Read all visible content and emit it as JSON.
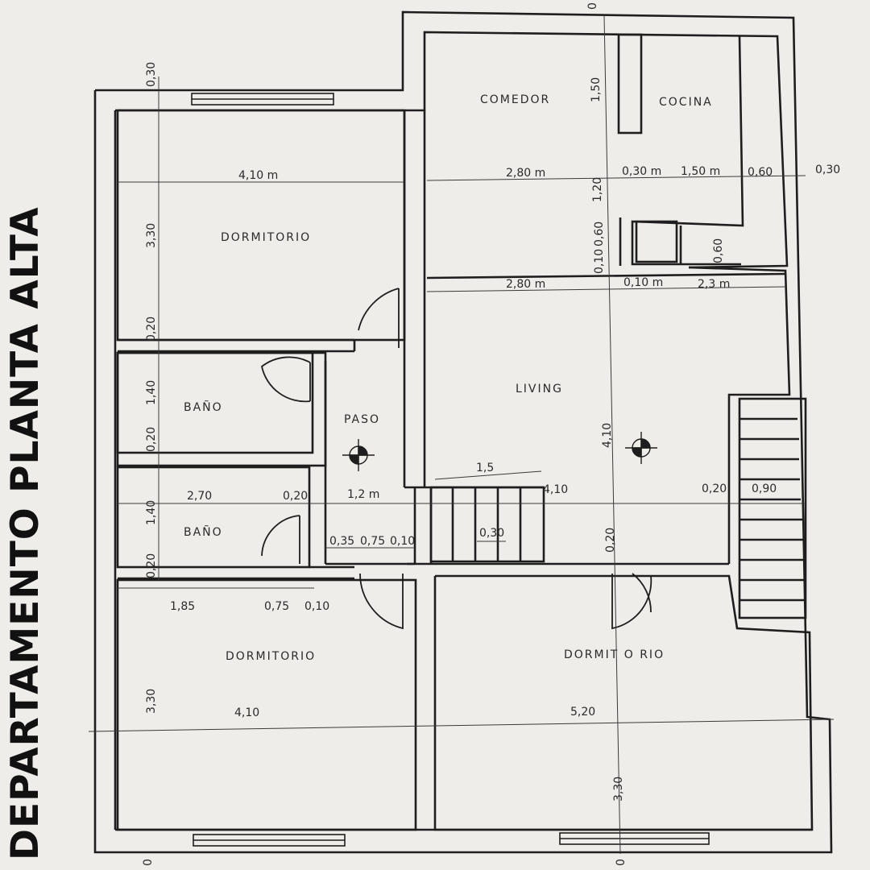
{
  "title": "DEPARTAMENTO PLANTA ALTA",
  "colors": {
    "background": "#efedea",
    "ink": "#1e1e1e",
    "title": "#111111"
  },
  "rooms": {
    "comedor": "COMEDOR",
    "cocina": "COCINA",
    "dormitorio_top": "DORMITORIO",
    "bano_1": "BAÑO",
    "bano_2": "BAÑO",
    "paso": "PASO",
    "living": "LIVING",
    "dormitorio_bottom_left": "DORMITORIO",
    "dormitorio_bottom_right": "DORMIT O RIO"
  },
  "dimensions": {
    "d_410m": "4,10 m",
    "d_330_top": "3,30",
    "d_030_top": "0,30",
    "d_020_a": "0,20",
    "d_140_a": "1,40",
    "d_020_b": "0,20",
    "d_140_b": "1,40",
    "d_020_c": "0,20",
    "d_270": "2,70",
    "d_020_d": "0,20",
    "d_12m": "1,2 m",
    "d_035": "0,35",
    "d_075_a": "0,75",
    "d_010_a": "0,10",
    "d_185": "1,85",
    "d_075_b": "0,75",
    "d_010_b": "0,10",
    "d_150_v": "1,50",
    "d_280m_a": "2,80 m",
    "d_120_v": "1,20",
    "d_030m": "0,30 m",
    "d_150m": "1,50 m",
    "d_060_a": "0,60",
    "d_030_right": "0,30",
    "d_060_v": "0,60",
    "d_010_v": "0,10",
    "d_060_b": "0,60",
    "d_280m_b": "2,80 m",
    "d_010m": "0,10 m",
    "d_23m": "2,3 m",
    "d_410_v": "4,10",
    "d_15": "1,5",
    "d_410_c": "4,10",
    "d_030_stair": "0,30",
    "d_020_e": "0,20",
    "d_020_f": "0,20",
    "d_090": "0,90",
    "d_410_bottom": "4,10",
    "d_330_bl": "3,30",
    "d_520": "5,20",
    "d_330_br": "3,30",
    "d_0_top": "0",
    "d_0_bl": "0",
    "d_0_bm": "0"
  }
}
